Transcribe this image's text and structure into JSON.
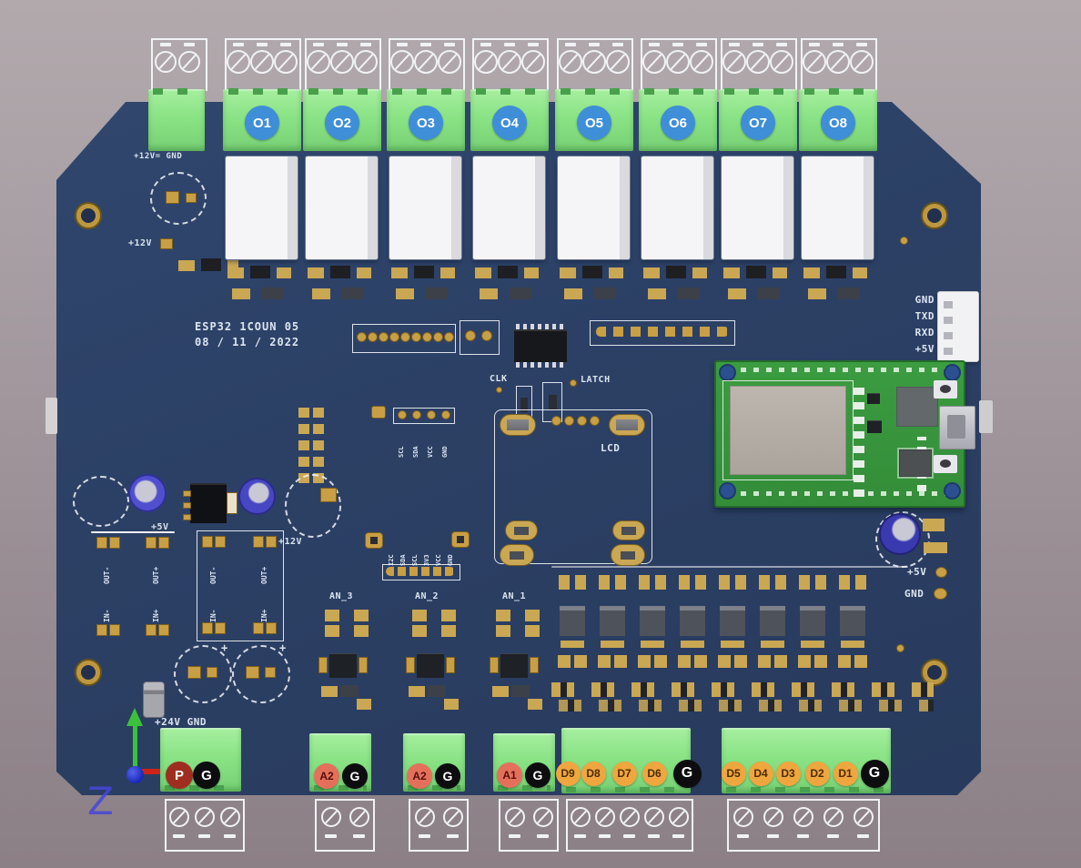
{
  "scene": {
    "description": "3D render of an ESP32 relay controller PCB with annotated terminal badges",
    "background_top": "#b2a9ad",
    "background_bottom": "#8b8086",
    "board_color": "#2c4065"
  },
  "top_row": {
    "power_terminal_silk": "+12V= GND",
    "badge_bg": "#3e8ed8",
    "badge_fg": "#ffffff",
    "outputs": [
      {
        "label": "O1"
      },
      {
        "label": "O2"
      },
      {
        "label": "O3"
      },
      {
        "label": "O4"
      },
      {
        "label": "O5"
      },
      {
        "label": "O6"
      },
      {
        "label": "O7"
      },
      {
        "label": "O8"
      }
    ]
  },
  "uart": {
    "pins": [
      "GND",
      "TXD",
      "RXD",
      "+5V"
    ]
  },
  "silkscreen": {
    "title_line1": "ESP32 1COUN 05",
    "title_line2": "08 / 11 / 2022",
    "clk": "CLK",
    "latch": "LATCH",
    "lcd": "LCD",
    "plus12v_topleft": "+12V",
    "plus5v_mid": "+5V",
    "plus12v_mid": "+12V",
    "plus24v_gnd": "+24V GND",
    "plus5v_right": "+5V",
    "gnd_right": "GND",
    "an_labels": [
      "AN_3",
      "AN_2",
      "AN_1"
    ],
    "i2c_header_top": [
      "SCL",
      "SDA",
      "VCC",
      "GND"
    ],
    "i2c_header_mid": [
      "I2C",
      "SDA",
      "SCL",
      "3V3",
      "VCC",
      "GND"
    ],
    "io_group1": {
      "top": [
        "OUT-",
        "OUT+"
      ],
      "bottom": [
        "IN-",
        "IN+"
      ]
    },
    "io_group2": {
      "top": [
        "OUT-",
        "OUT+"
      ],
      "bottom": [
        "IN-",
        "IN+"
      ]
    },
    "plus_marks": [
      "+",
      "+"
    ]
  },
  "bottom_row": {
    "groups": [
      {
        "name": "power",
        "badges": [
          {
            "label": "P",
            "bg": "#a02e20",
            "fg": "#ffffff"
          },
          {
            "label": "G",
            "bg": "#0d0d10",
            "fg": "#ffffff"
          }
        ]
      },
      {
        "name": "analog-a2-1",
        "badges": [
          {
            "label": "A2",
            "bg": "#e4705b",
            "fg": "#541009"
          },
          {
            "label": "G",
            "bg": "#0d0d10",
            "fg": "#ffffff"
          }
        ]
      },
      {
        "name": "analog-a2-2",
        "badges": [
          {
            "label": "A2",
            "bg": "#e4705b",
            "fg": "#541009"
          },
          {
            "label": "G",
            "bg": "#0d0d10",
            "fg": "#ffffff"
          }
        ]
      },
      {
        "name": "analog-a1",
        "badges": [
          {
            "label": "A1",
            "bg": "#e4705b",
            "fg": "#541009"
          },
          {
            "label": "G",
            "bg": "#0d0d10",
            "fg": "#ffffff"
          }
        ]
      },
      {
        "name": "digital-high",
        "badges": [
          {
            "label": "D9",
            "bg": "#f0a63e",
            "fg": "#4a2c07"
          },
          {
            "label": "D8",
            "bg": "#f0a63e",
            "fg": "#4a2c07"
          },
          {
            "label": "D7",
            "bg": "#f0a63e",
            "fg": "#4a2c07"
          },
          {
            "label": "D6",
            "bg": "#f0a63e",
            "fg": "#4a2c07"
          },
          {
            "label": "G",
            "bg": "#0d0d10",
            "fg": "#ffffff"
          }
        ]
      },
      {
        "name": "digital-low",
        "badges": [
          {
            "label": "D5",
            "bg": "#f0a63e",
            "fg": "#4a2c07"
          },
          {
            "label": "D4",
            "bg": "#f0a63e",
            "fg": "#4a2c07"
          },
          {
            "label": "D3",
            "bg": "#f0a63e",
            "fg": "#4a2c07"
          },
          {
            "label": "D2",
            "bg": "#f0a63e",
            "fg": "#4a2c07"
          },
          {
            "label": "D1",
            "bg": "#f0a63e",
            "fg": "#4a2c07"
          },
          {
            "label": "G",
            "bg": "#0d0d10",
            "fg": "#ffffff"
          }
        ]
      }
    ]
  },
  "axis_gizmo": {
    "z_label": "Z"
  }
}
